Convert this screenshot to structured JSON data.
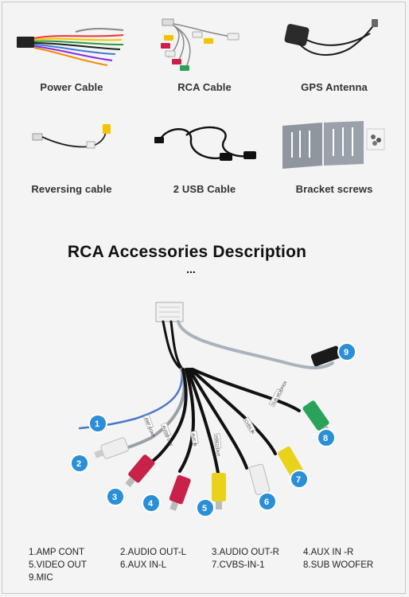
{
  "accessories": [
    {
      "label": "Power Cable",
      "icon": "power-cable-icon"
    },
    {
      "label": "RCA Cable",
      "icon": "rca-cable-icon"
    },
    {
      "label": "GPS Antenna",
      "icon": "gps-antenna-icon"
    },
    {
      "label": "Reversing cable",
      "icon": "reversing-cable-icon"
    },
    {
      "label": "2 USB Cable",
      "icon": "usb-cable-icon"
    },
    {
      "label": "Bracket screws",
      "icon": "bracket-screws-icon"
    }
  ],
  "section": {
    "title": "RCA Accessories Description",
    "dots": "..."
  },
  "diagram": {
    "badges": [
      "1",
      "2",
      "3",
      "4",
      "5",
      "6",
      "7",
      "8",
      "9"
    ],
    "tags": [
      "AMP CONT",
      "AUDIO OUT",
      "AUX IN",
      "VIDEO OUT",
      "CVBS IN",
      "SUB WOOFER"
    ]
  },
  "legend": [
    [
      "1.AMP CONT",
      "2.AUDIO OUT-L",
      "3.AUDIO OUT-R",
      "4.AUX IN -R"
    ],
    [
      "5.VIDEO OUT",
      "6.AUX IN-L",
      "7.CVBS-IN-1",
      "8.SUB WOOFER"
    ],
    [
      "9.MIC"
    ]
  ],
  "colors": {
    "badge": "#2a8fd6",
    "red_plug": "#c8224a",
    "yellow_plug": "#e8d21a",
    "white_plug": "#eeeeee",
    "green_plug": "#2aa35a"
  }
}
